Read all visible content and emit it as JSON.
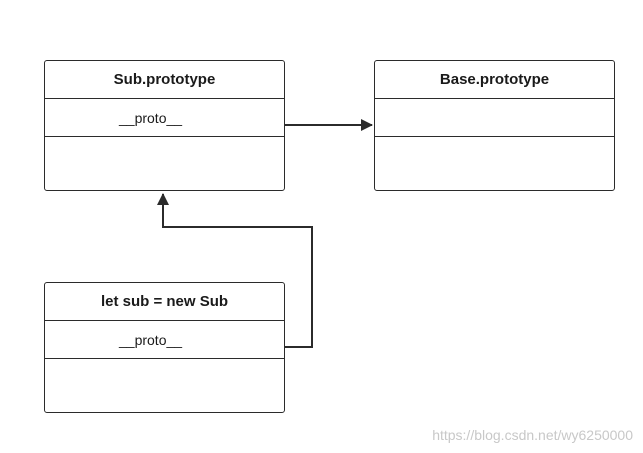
{
  "boxes": {
    "sub_prototype": {
      "title": "Sub.prototype",
      "field": "__proto__"
    },
    "base_prototype": {
      "title": "Base.prototype",
      "field": ""
    },
    "instance": {
      "title": "let sub = new Sub",
      "field": "__proto__"
    }
  },
  "watermark": "https://blog.csdn.net/wy6250000",
  "colors": {
    "line": "#2b2b2b",
    "watermark": "#c8c8c8"
  }
}
